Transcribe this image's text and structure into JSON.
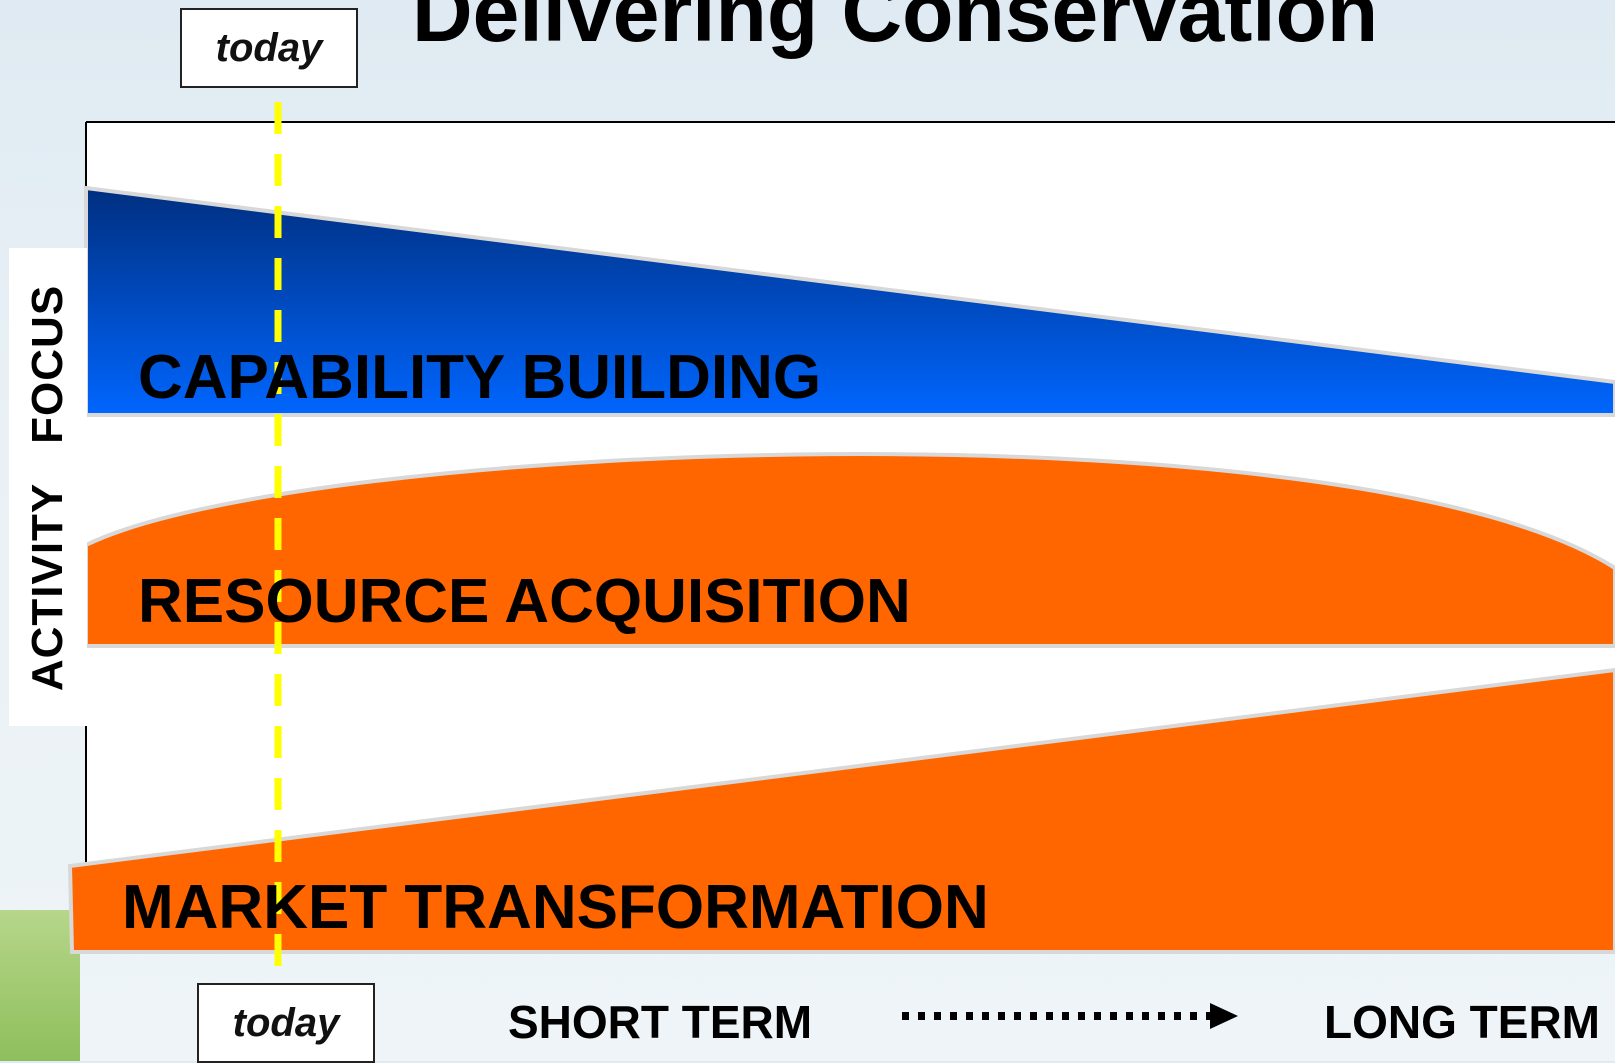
{
  "title": "Delivering Conservation",
  "today_label_top": "today",
  "today_label_bottom": "today",
  "y_axis_label": "ACTIVITY   FOCUS",
  "bands": [
    {
      "label": "CAPABILITY BUILDING",
      "color": "#0066ff",
      "color_top": "#003a8c"
    },
    {
      "label": "RESOURCE ACQUISITION",
      "color": "#ff6600"
    },
    {
      "label": "MARKET TRANSFORMATION",
      "color": "#ff6600"
    }
  ],
  "x_axis": {
    "short_term": "SHORT TERM",
    "long_term": "LONG TERM"
  },
  "colors": {
    "today_line": "#ffff00",
    "outline": "#000000"
  }
}
